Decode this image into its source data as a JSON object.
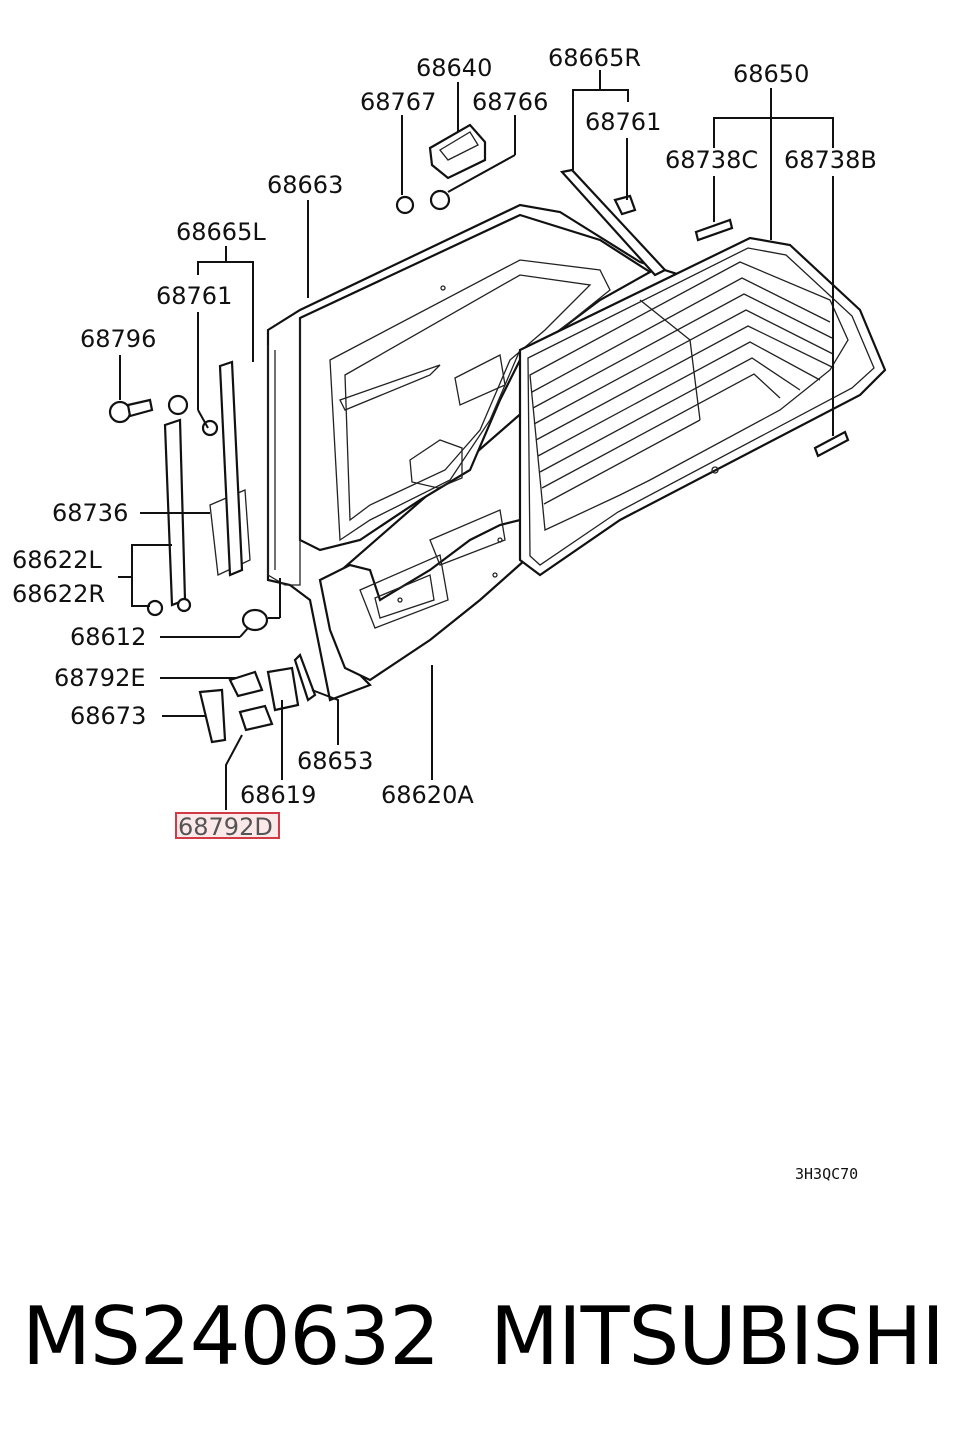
{
  "diagram": {
    "labels": {
      "p68640": "68640",
      "p68665R": "68665R",
      "p68650": "68650",
      "p68767": "68767",
      "p68766": "68766",
      "p68761_top": "68761",
      "p68738C": "68738C",
      "p68738B": "68738B",
      "p68663": "68663",
      "p68665L": "68665L",
      "p68761_left": "68761",
      "p68796": "68796",
      "p68736": "68736",
      "p68622L": "68622L",
      "p68622R": "68622R",
      "p68612": "68612",
      "p68792E": "68792E",
      "p68673": "68673",
      "p68653": "68653",
      "p68619": "68619",
      "p68620A": "68620A",
      "p68792D": "68792D"
    },
    "drawing_code": "3H3QC70",
    "highlighted_part": "68792D",
    "highlight_color": "#d23b46"
  },
  "footer": {
    "part_number": "MS240632",
    "brand": "MITSUBISHI"
  }
}
